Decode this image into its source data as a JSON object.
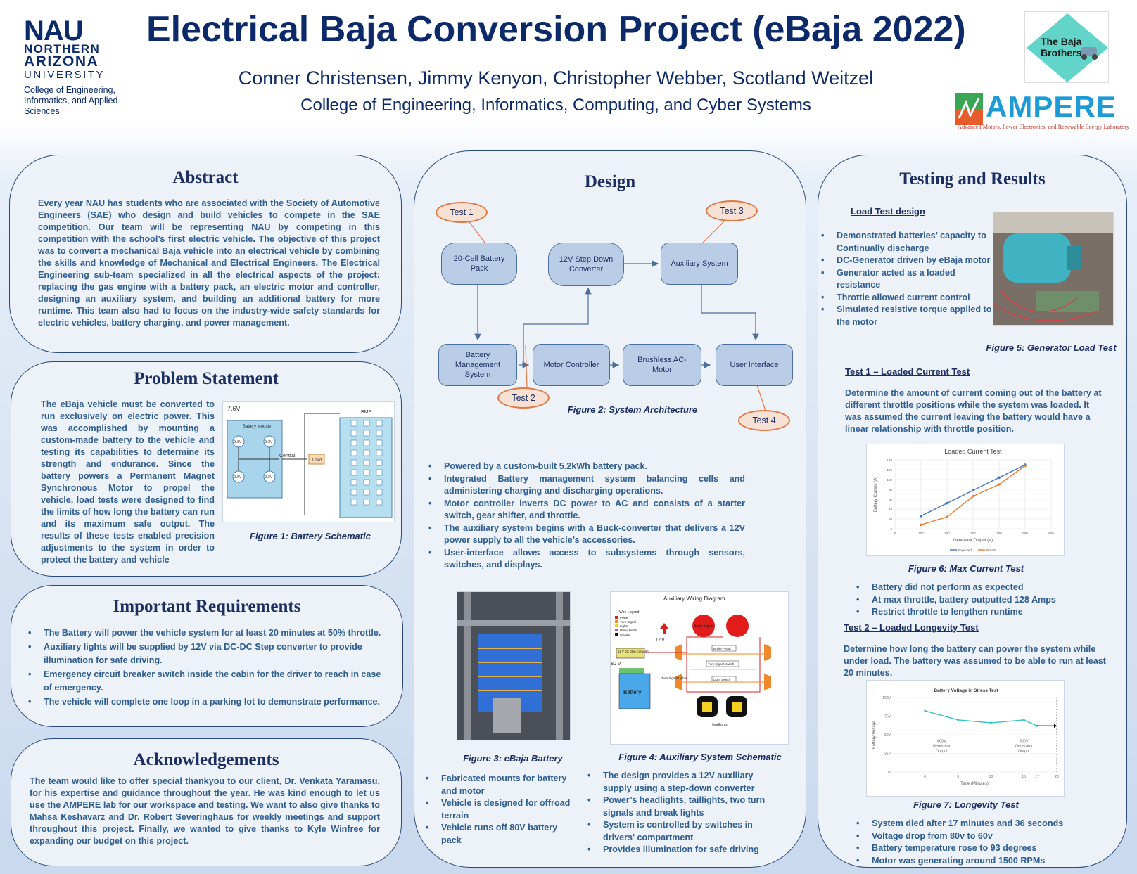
{
  "header": {
    "nau_big": "NAU",
    "nau_northern": "NORTHERN",
    "nau_arizona": "ARIZONA",
    "nau_university": "UNIVERSITY",
    "nau_college": "College of Engineering, Informatics, and Applied Sciences",
    "title": "Electrical Baja Conversion Project (eBaja 2022)",
    "authors": "Conner Christensen, Jimmy Kenyon, Christopher Webber, Scotland Weitzel",
    "college": "College of Engineering, Informatics, Computing, and Cyber Systems",
    "baja_logo": "The Baja Brothers",
    "ampere_logo": "AMPERE",
    "ampere_sub": "Advanced Motors, Power Electronics, and Renewable Energy Laboratory"
  },
  "abstract": {
    "heading": "Abstract",
    "text": "Every year NAU has students who are associated with the Society of Automotive Engineers (SAE) who design and build vehicles to compete in the SAE competition. Our team will be representing NAU by competing in this competition with the school’s first electric vehicle. The objective of this project was to convert a mechanical Baja vehicle into an electrical vehicle by combining the skills and knowledge of Mechanical and Electrical Engineers. The Electrical Engineering sub-team specialized in all the electrical aspects of the project: replacing the gas engine with a battery pack, an electric motor and controller, designing an auxiliary system, and building an additional battery for more runtime. This team also had to focus on the industry-wide safety standards for electric vehicles, battery charging, and power management."
  },
  "problem": {
    "heading": "Problem Statement",
    "text": "The eBaja vehicle must be converted to run exclusively on electric power. This was accomplished by mounting a custom-made battery to the vehicle and testing its capabilities to determine its strength and endurance. Since the battery powers a Permanent Magnet Synchronous Motor to propel the vehicle, load tests were designed to find the limits of how long the battery can run and its maximum safe output. The results of these tests enabled precision adjustments to the system in order to protect the battery and vehicle",
    "fig_caption": "Figure 1: Battery Schematic",
    "schem_voltage": "7.6V",
    "schem_module": "Battery Module",
    "schem_cell": "3.8V",
    "schem_central": "Central",
    "schem_load": "Load",
    "schem_bms": "BMS"
  },
  "requirements": {
    "heading": "Important Requirements",
    "items": [
      "The Battery will power the vehicle system for at least 20 minutes at 50% throttle.",
      "Auxiliary lights will be supplied by 12V via DC-DC Step converter to provide illumination for safe driving.",
      "Emergency circuit breaker switch inside the cabin for the driver to reach in case of emergency.",
      "The vehicle will complete one loop in a parking lot to demonstrate performance."
    ]
  },
  "ack": {
    "heading": "Acknowledgements",
    "text": "The team would like to offer special thankyou to our client, Dr. Venkata Yaramasu, for his  expertise and guidance throughout the year. He was kind enough to let us use the AMPERE lab for our workspace and testing.  We want to also give thanks to Mahsa Keshavarz and Dr. Robert Severinghaus for weekly meetings and support throughout this project. Finally, we wanted to give thanks to Kyle Winfree for expanding our budget on this project."
  },
  "design": {
    "heading": "Design",
    "nodes": {
      "battery_pack": "20-Cell Battery Pack",
      "step_down": "12V Step Down Converter",
      "aux": "Auxiliary System",
      "bms": "Battery Management System",
      "motor_ctrl": "Motor Controller",
      "motor": "Brushless AC-Motor",
      "ui": "User Interface"
    },
    "tests": [
      "Test 1",
      "Test 2",
      "Test 3",
      "Test 4"
    ],
    "fig2": "Figure 2: System Architecture",
    "bullets": [
      "Powered by a custom-built 5.2kWh battery pack.",
      "Integrated Battery management system balancing cells and administering charging and discharging operations.",
      "Motor controller inverts DC power to AC and consists of a starter switch, gear shifter, and throttle.",
      "The auxiliary system begins with a Buck-converter that delivers a 12V power supply to all the vehicle’s accessories.",
      "User-interface allows access to subsystems through sensors, switches, and displays."
    ],
    "fig3": "Figure 3: eBaja Battery",
    "fig4": "Figure 4: Auxiliary System Schematic",
    "wiring_title": "Auxiliary Wiring Diagram",
    "wire_legend": [
      "Wire Legend",
      "Power",
      "Turn Signal",
      "Lights",
      "Brake Pedal",
      "Ground"
    ],
    "wiring_labels": {
      "v12": "12 V",
      "v80": "80 V",
      "converter": "12 V DC Step Converter",
      "battery": "Battery",
      "brake_lights": "Brake Lights",
      "brake_pedal": "Brake Pedal",
      "turn_switch": "Turn Signal Switch",
      "light_switch": "Light Switch",
      "turn_lights": "Turn Signal Lights",
      "headlights": "Headlights"
    },
    "bullets_left": [
      "Fabricated mounts for battery and motor",
      "Vehicle is designed for offroad terrain",
      "Vehicle runs off 80V battery pack"
    ],
    "bullets_right": [
      " The design provides a 12V auxiliary supply using a step-down converter",
      "Power’s headlights, taillights, two turn signals and break lights",
      " System is controlled by switches in drivers' compartment",
      "Provides illumination for safe driving"
    ]
  },
  "testing": {
    "heading": "Testing and Results",
    "load_head": "Load Test design",
    "load_bullets": [
      "Demonstrated batteries’ capacity to  Continually discharge",
      "DC-Generator driven by eBaja motor",
      "Generator acted as a loaded resistance",
      "Throttle allowed current control",
      "Simulated resistive torque applied  to the motor"
    ],
    "fig5": "Figure 5: Generator Load Test",
    "test1_head": "Test 1 – Loaded Current Test",
    "test1_text": "Determine the amount of current coming out of the battery at different throttle positions while the system was loaded. It was assumed the current leaving the battery would have a linear relationship with throttle position.",
    "fig6": "Figure 6: Max Current Test",
    "test1_bullets": [
      "Battery did not perform as expected",
      "At max throttle, battery outputted 128 Amps",
      "Restrict throttle to lengthen runtime"
    ],
    "test2_head": "Test 2 – Loaded Longevity Test",
    "test2_text": "Determine how long the battery can power the system while under load. The battery was assumed to be able to run at least 20 minutes.",
    "fig7": "Figure 7: Longevity Test",
    "test2_bullets": [
      "System died after 17 minutes and 36 seconds",
      "Voltage drop from 80v to 60v",
      "Battery temperature rose to 93 degrees",
      "Motor was generating around 1500 RPMs"
    ]
  },
  "chart_data": [
    {
      "type": "line",
      "title": "Loaded Current Test",
      "xlabel": "Generator Output (V)",
      "ylabel": "Battery Current (A)",
      "x": [
        100,
        200,
        300,
        400,
        500
      ],
      "xlim": [
        0,
        600
      ],
      "ylim": [
        0,
        140
      ],
      "xticks": [
        "0",
        "100",
        "200",
        "300",
        "400",
        "500",
        "600"
      ],
      "yticks": [
        "0",
        "20",
        "40",
        "60",
        "80",
        "100",
        "120",
        "140"
      ],
      "series": [
        {
          "name": "Expected",
          "color": "#4472c4",
          "values": [
            26,
            52,
            78,
            104,
            130
          ]
        },
        {
          "name": "Result",
          "color": "#ed7d31",
          "values": [
            8,
            24,
            66,
            90,
            128
          ]
        }
      ],
      "legend": "bottom"
    },
    {
      "type": "line",
      "title": "Battery Voltage in Stress Test",
      "xlabel": "Time (Minutes)",
      "ylabel": "Battery Voltage",
      "x": [
        0,
        5,
        10,
        15,
        17
      ],
      "xlim": [
        -5,
        20
      ],
      "ylim": [
        0,
        100
      ],
      "xticks": [
        "0",
        "5",
        "10",
        "15",
        "17",
        "20"
      ],
      "xtick_values": [
        0,
        5,
        10,
        15,
        17,
        20
      ],
      "yticks": [
        "0V",
        "25V",
        "50V",
        "75V",
        "100V"
      ],
      "series": [
        {
          "name": "",
          "color": "#2ec4c4",
          "values": [
            82,
            70,
            66,
            70,
            62
          ]
        }
      ],
      "annotations": [
        "400V Generator Output",
        "300V Generator Output"
      ],
      "legend": "none"
    }
  ]
}
